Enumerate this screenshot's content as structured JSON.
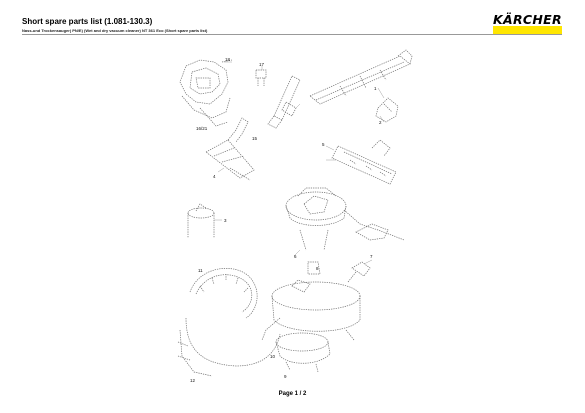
{
  "header": {
    "title": "Short spare parts list (1.081-130.3)",
    "subtitle": "Nass-und Trockensauger(  PN/E) (Wet and dry vacuum cleaner)  NT 361 Eco  (Short spare parts list)",
    "brand": "KÄRCHER",
    "brand_color": "#FFE600"
  },
  "diagram": {
    "callouts": [
      "18",
      "17",
      "16/21",
      "15",
      "4",
      "3",
      "5",
      "1",
      "2",
      "11",
      "7",
      "6",
      "8",
      "10",
      "12",
      "9"
    ]
  },
  "footer": {
    "page": "Page 1 / 2"
  }
}
